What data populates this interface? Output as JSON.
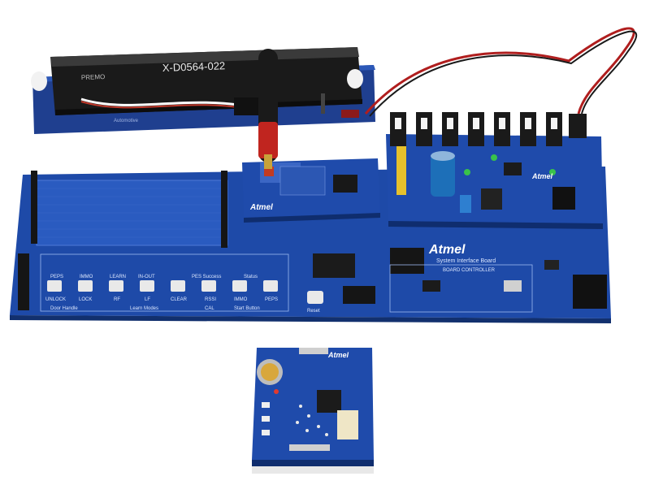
{
  "antenna_module": {
    "part_number": "X-D0564-022",
    "brand": "PREMO",
    "sub_label": "Automotive"
  },
  "main_board": {
    "brand": "Atmel",
    "title": "System Interface Board",
    "section": "BOARD CONTROLLER",
    "keys_top_row": [
      "PEPS",
      "IMMO",
      "LEARN",
      "IN-OUT",
      "",
      "PES Success",
      "Status",
      ""
    ],
    "keys_bottom_row": [
      "UNLOCK",
      "LOCK",
      "RF",
      "LF",
      "CLEAR",
      "RSSI",
      "IMMO",
      "PEPS"
    ],
    "group_labels": [
      "Door Handle",
      "Learn Modes",
      "CAL",
      "Start Button"
    ],
    "reset_label": "Reset"
  },
  "rf_module": {
    "brand": "Atmel"
  },
  "power_board": {
    "brand": "Atmel"
  },
  "key_fob_board": {
    "brand": "Atmel"
  }
}
